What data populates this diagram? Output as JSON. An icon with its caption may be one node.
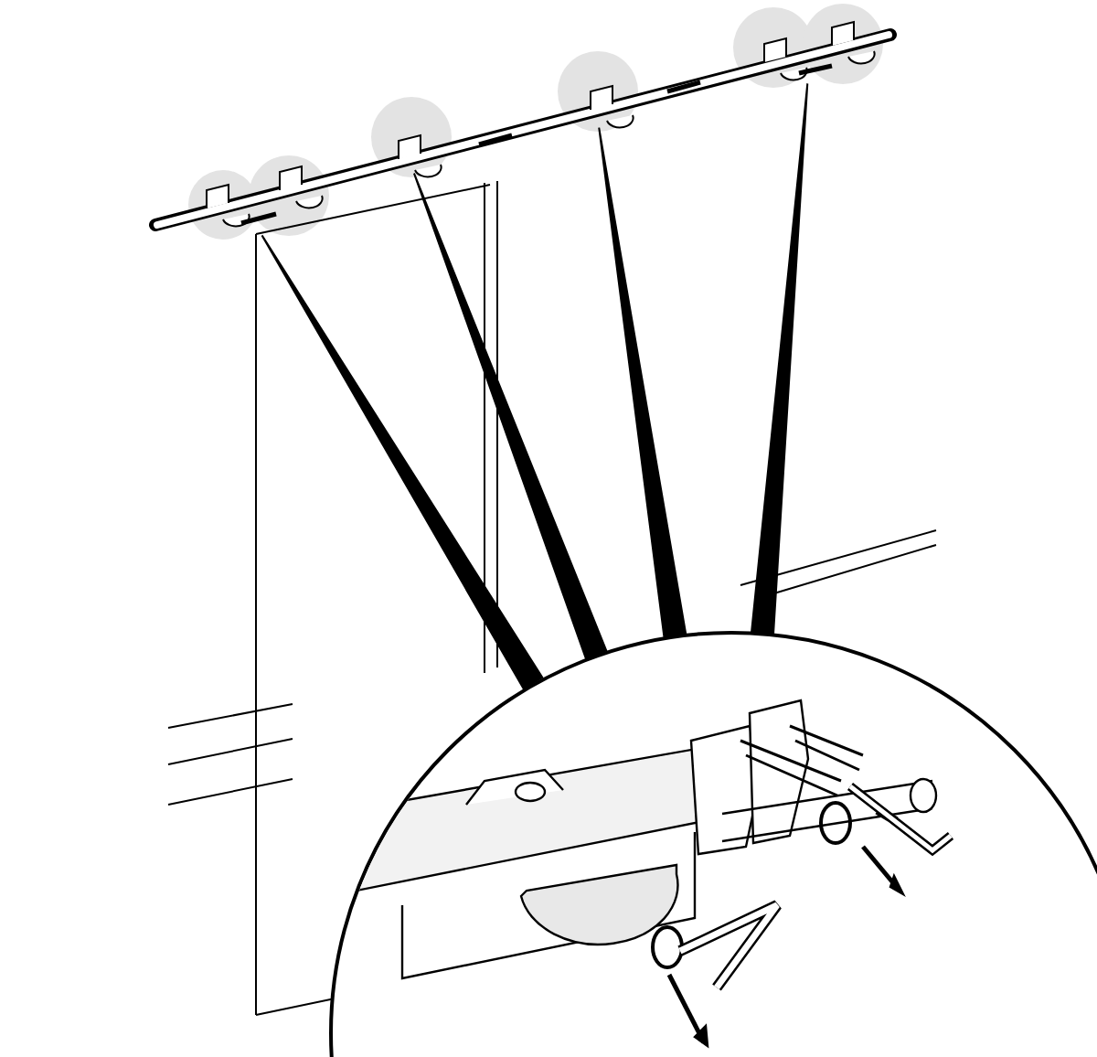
{
  "diagram": {
    "nodes": [
      {
        "text": [],
        "shape": "circle"
      },
      {
        "text": [],
        "shape": "circle"
      },
      {
        "text": [],
        "shape": "circle"
      },
      {
        "text": [],
        "shape": "circle"
      },
      {
        "text": [],
        "shape": "picture"
      }
    ],
    "edges": [
      {
        "from": 0,
        "to": 4,
        "arrow": "none",
        "style": "thick"
      },
      {
        "from": 1,
        "to": 4,
        "arrow": "none",
        "style": "thick"
      },
      {
        "from": 2,
        "to": 4,
        "arrow": "none",
        "style": "thick"
      },
      {
        "from": 3,
        "to": 4,
        "arrow": "none",
        "style": "thick"
      }
    ]
  }
}
